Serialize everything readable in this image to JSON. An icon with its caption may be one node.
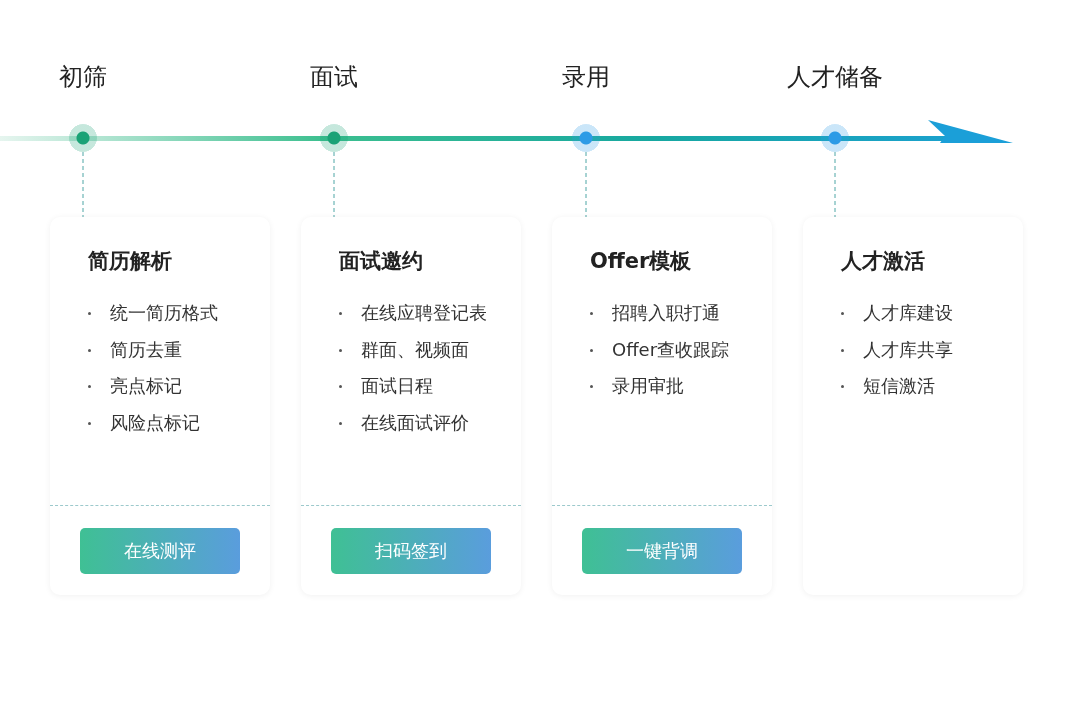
{
  "diagram": {
    "nodes": [
      {
        "text": [],
        "shape": "circle",
        "beside": [
          "初筛"
        ]
      },
      {
        "text": [],
        "shape": "circle",
        "beside": [
          "面试"
        ]
      },
      {
        "text": [],
        "shape": "circle",
        "beside": [
          "录用"
        ]
      },
      {
        "text": [],
        "shape": "circle",
        "beside": [
          "人才储备"
        ]
      },
      {
        "text": [
          "简历解析",
          "统一简历格式",
          "简历去重",
          "亮点标记",
          "风险点标记"
        ]
      },
      {
        "text": [
          "在线测评"
        ],
        "in": 4
      },
      {
        "text": [
          "面试邀约",
          "在线应聘登记表",
          "群面、视频面",
          "面试日程",
          "在线面试评价"
        ]
      },
      {
        "text": [
          "扫码签到"
        ],
        "in": 6
      },
      {
        "text": [
          "Offer模板",
          "招聘入职打通",
          "Offer查收跟踪",
          "录用审批"
        ]
      },
      {
        "text": [
          "一键背调"
        ],
        "in": 8
      },
      {
        "text": [
          "人才激活",
          "人才库建设",
          "人才库共享",
          "短信激活"
        ]
      }
    ],
    "edges": [
      {
        "from": 0,
        "to": 4,
        "arrow": "none",
        "style": "dashed"
      },
      {
        "from": 1,
        "to": 6,
        "arrow": "none",
        "style": "dashed"
      },
      {
        "from": 2,
        "to": 8,
        "arrow": "none",
        "style": "dashed"
      },
      {
        "from": 3,
        "to": 10,
        "arrow": "none",
        "style": "dashed"
      }
    ]
  }
}
